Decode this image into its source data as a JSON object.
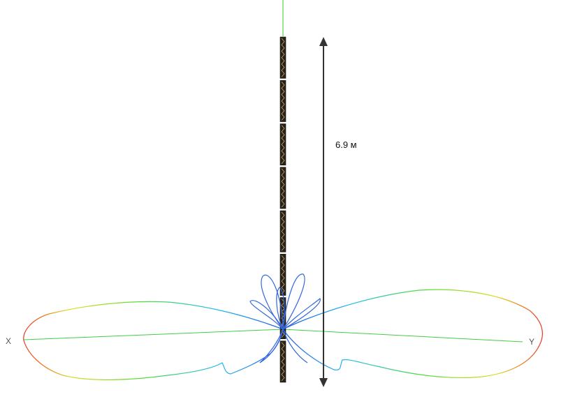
{
  "axes": {
    "x_label": "X",
    "y_label": "Y"
  },
  "dimension": {
    "label": "6.9 м",
    "value": 6.9,
    "unit": "м"
  },
  "antenna": {
    "segment_count": 8
  },
  "colors": {
    "background": "#ffffff",
    "mast": "#2a2418",
    "mast_highlight": "#c8a878",
    "z_axis": "#33cc33",
    "dimension_arrow": "#333333",
    "pattern_low": "#2255dd",
    "pattern_mid_low": "#22bbee",
    "pattern_mid": "#55dd33",
    "pattern_mid_high": "#dddd22",
    "pattern_high": "#ee3322"
  }
}
